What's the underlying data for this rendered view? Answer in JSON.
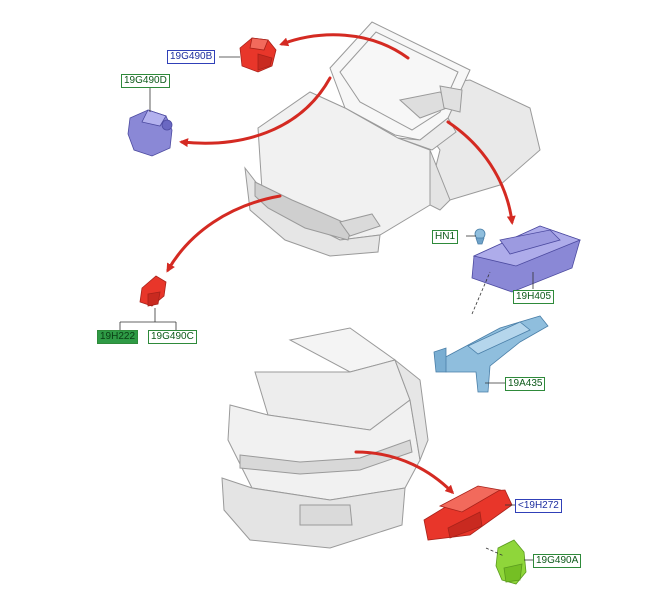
{
  "colors": {
    "arrow": "#d42a22",
    "part_red": "#e8362a",
    "part_purple": "#8a88d6",
    "part_blue": "#8fbedd",
    "part_green": "#8fd63a",
    "car_body": "#f0f0f0",
    "car_line": "#9a9a9a",
    "leader": "#333333"
  },
  "callouts": [
    {
      "id": "19G490B",
      "label": "19G490B",
      "style": "blue"
    },
    {
      "id": "19G490D",
      "label": "19G490D",
      "style": "green"
    },
    {
      "id": "HN1",
      "label": "HN1",
      "style": "green"
    },
    {
      "id": "19H405",
      "label": "19H405",
      "style": "green"
    },
    {
      "id": "19H222",
      "label": "19H222",
      "style": "filled"
    },
    {
      "id": "19G490C",
      "label": "19G490C",
      "style": "green"
    },
    {
      "id": "19A435",
      "label": "19A435",
      "style": "green"
    },
    {
      "id": "19H272",
      "label": "<19H272",
      "style": "blue"
    },
    {
      "id": "19G490A",
      "label": "19G490A",
      "style": "green"
    }
  ]
}
